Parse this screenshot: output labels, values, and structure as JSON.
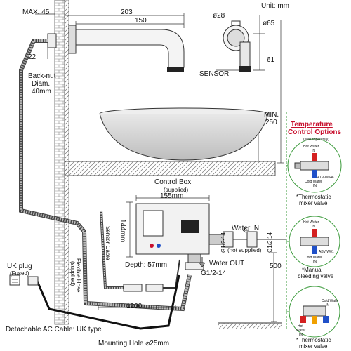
{
  "unit_label": "Unit: mm",
  "dims": {
    "max45": "MAX. 45",
    "d203": "203",
    "d150": "150",
    "d22": "22",
    "phi28": "ø28",
    "phi65": "ø65",
    "d61": "61",
    "min250_a": "MIN.",
    "min250_b": "250",
    "d155": "155mm",
    "d144": "144mm",
    "depth": "Depth: 57mm",
    "d1200": "1200",
    "d500": "500",
    "g12_left": "G1/2-14",
    "g12_right": "G1/2-14"
  },
  "labels": {
    "backnut_1": "Back-nut",
    "backnut_2": "Diam.",
    "backnut_3": "40mm",
    "sensor": "SENSOR",
    "control_box": "Control Box",
    "control_box_sub": "(supplied)",
    "water_in": "Water IN",
    "water_in_sub": "(not supplied)",
    "water_out": "Water OUT",
    "water_out_thread": "G1/2-14",
    "sensor_cable": "Sensor Cable",
    "flexible_hose": "Flexible Hose",
    "flexible_hose_sub": "(supplied)",
    "uk_plug": "UK plug",
    "uk_plug_sub": "(Fused)",
    "ac_cable": "Detachable AC Cable: UK type",
    "mounting_hole": "Mounting Hole ⌀25mm"
  },
  "options": {
    "title_1": "Temperature",
    "title_2": "Control Options",
    "subtitle": "(sold seperately)",
    "opt1": "*Thermostatic",
    "opt1_b": "mixer valve",
    "opt1_code": "ATV-W04K",
    "opt2": "*Manual",
    "opt2_b": "bleeding valve",
    "opt2_code": "ABV-W01",
    "opt3": "*Thermostatic",
    "opt3_b": "mixer valve",
    "hot_water": "Hot Water",
    "hot_in": "IN",
    "cold_water": "Cold Water",
    "cold_in": "IN",
    "hot_w": "Hot",
    "water": "Water",
    "in": "IN"
  },
  "colors": {
    "accent_red": "#c8102e",
    "valve_green": "#3a9a3a",
    "hot_red": "#d42020",
    "cold_blue": "#2050c8"
  }
}
